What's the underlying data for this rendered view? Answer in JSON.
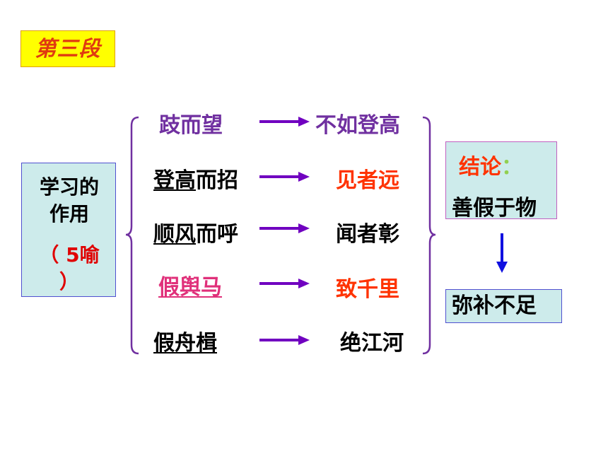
{
  "title": "第三段",
  "topic": {
    "line1": "学习的",
    "line2": "作用",
    "line3": "（ 5喻",
    "line4": "）"
  },
  "rows": [
    {
      "left_plain": "跂而望",
      "left_underlined": "",
      "right": "不如登高",
      "left_color": "#7030a0",
      "right_color": "#7030a0"
    },
    {
      "left_plain": "而招",
      "left_underlined": "登高",
      "right": "见者远",
      "left_color": "#000000",
      "right_color": "#ff3300"
    },
    {
      "left_plain": "而呼",
      "left_underlined": "顺风",
      "right": "闻者彰",
      "left_color": "#000000",
      "right_color": "#000000"
    },
    {
      "left_plain": "",
      "left_underlined": "假舆马",
      "right": "致千里",
      "left_color": "#e0307a",
      "right_color": "#ff3300"
    },
    {
      "left_plain": "",
      "left_underlined": "假舟楫",
      "right": "绝江河",
      "left_color": "#000000",
      "right_color": "#000000"
    }
  ],
  "conclusion": {
    "label": "结论",
    "colon": "：",
    "text": "善假于物"
  },
  "result": "弥补不足",
  "colors": {
    "arrow": "#7000c0",
    "brace": "#7030a0",
    "down_arrow": "#1010e0",
    "title_bg": "#ffff00",
    "box_bg": "#cdebeb"
  }
}
